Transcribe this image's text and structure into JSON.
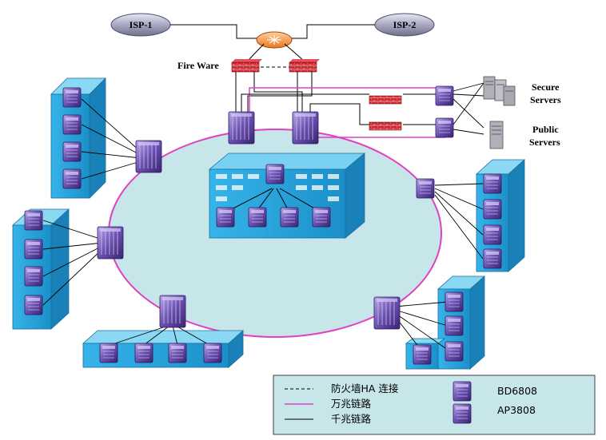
{
  "isp": {
    "left": "ISP-1",
    "right": "ISP-2"
  },
  "firewall_label": "Fire Ware",
  "servers": {
    "secure_line1": "Secure",
    "secure_line2": "Servers",
    "public_line1": "Public",
    "public_line2": "Servers"
  },
  "legend": {
    "ha_link": "防火墙HA 连接",
    "ten_gig_link": "万兆链路",
    "gig_link": "千兆链路",
    "device_a": "BD6808",
    "device_b": "AP3808"
  },
  "colors": {
    "ring_fill": "#c6e6ea",
    "ring_stroke": "#e040c0",
    "rack": "#29a8e0",
    "device": "#6a4fb0",
    "firewall": "#c8202a",
    "legend_bg": "#c6e6ea"
  }
}
